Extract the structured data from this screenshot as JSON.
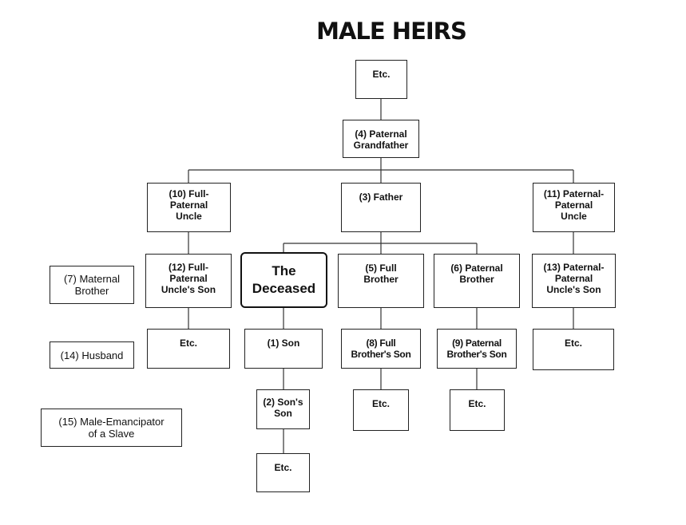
{
  "title": "MALE HEIRS",
  "nodes": {
    "top_etc": "Etc.",
    "grandfather": [
      "(4) Paternal",
      "Grandfather"
    ],
    "full_uncle": [
      "(10) Full-",
      "Paternal",
      "Uncle"
    ],
    "father": [
      "(3) Father"
    ],
    "pp_uncle": [
      "(11) Paternal-",
      "Paternal",
      "Uncle"
    ],
    "maternal_brother": [
      "(7) Maternal",
      "Brother"
    ],
    "full_uncle_son": [
      "(12) Full-",
      "Paternal",
      "Uncle's Son"
    ],
    "deceased": [
      "The",
      "Deceased"
    ],
    "full_brother": [
      "(5) Full",
      "Brother"
    ],
    "paternal_brother": [
      "(6) Paternal",
      "Brother"
    ],
    "pp_uncle_son": [
      "(13) Paternal-",
      "Paternal",
      "Uncle's Son"
    ],
    "husband": [
      "(14) Husband"
    ],
    "etc_uncle_son": "Etc.",
    "son": [
      "(1) Son"
    ],
    "full_brother_son": [
      "(8) Full",
      "Brother's Son"
    ],
    "paternal_brother_son": [
      "(9) Paternal",
      "Brother's Son"
    ],
    "etc_pp_uncle_son": "Etc.",
    "sons_son": [
      "(2) Son's",
      "Son"
    ],
    "etc_full_brother_son": "Etc.",
    "etc_paternal_brother_son": "Etc.",
    "emancipator": [
      "(15) Male-Emancipator",
      "of a Slave"
    ],
    "etc_sons_son": "Etc."
  }
}
